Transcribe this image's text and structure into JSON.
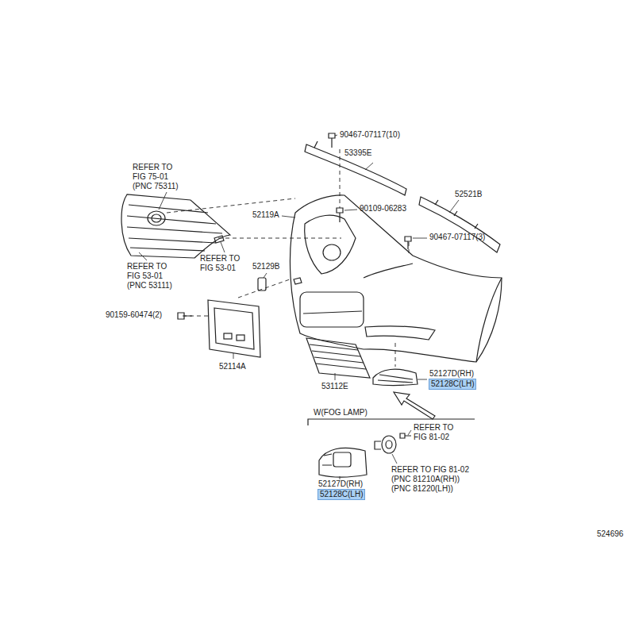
{
  "diagram": {
    "nodes": [
      {
        "text": [
          "52128C(LH)"
        ]
      },
      {
        "text": [
          "52128C(LH)"
        ]
      }
    ],
    "labels": [
      "90467-07117(10)",
      "53395E",
      "REFER TO FIG 75-01 (PNC 75311)",
      "52521B",
      "52119A",
      "90109-06283",
      "90467-07117(3)",
      "REFER TO FIG 53-01 (PNC 53111)",
      "REFER TO FIG 53-01",
      "52129B",
      "90159-60474(2)",
      "52114A",
      "53112E",
      "52127D(RH)",
      "W(FOG LAMP)",
      "REFER TO FIG 81-02",
      "52127D(RH)",
      "REFER TO FIG 81-02 (PNC 81210A(RH)) (PNC 81220(LH))",
      "524696"
    ]
  }
}
